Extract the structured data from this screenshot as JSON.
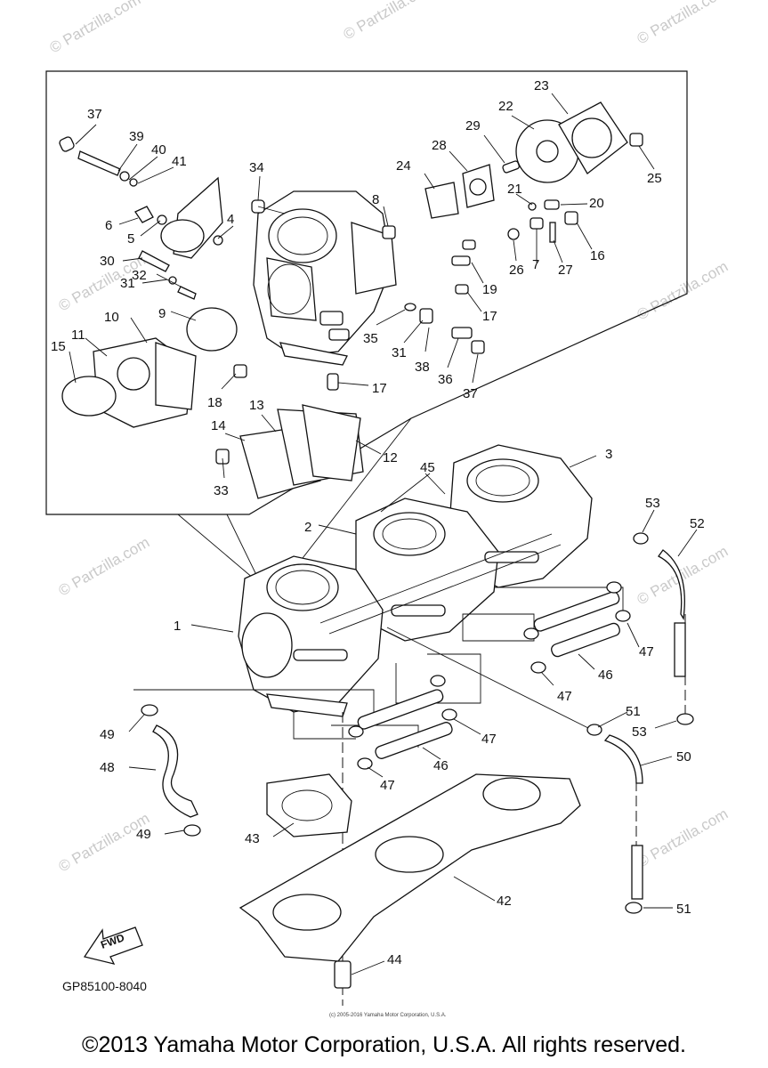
{
  "diagram_code": "GP85100-8040",
  "copyright": "©2013 Yamaha Motor Corporation, U.S.A. All rights reserved.",
  "fine_print": "(c) 2005-2016 Yamaha Motor Corporation, U.S.A.",
  "watermark": "© Partzilla.com",
  "fwd_label": "FWD",
  "callouts": {
    "p1": "1",
    "p2": "2",
    "p3": "3",
    "p4": "4",
    "p5": "5",
    "p6": "6",
    "p7": "7",
    "p8": "8",
    "p9": "9",
    "p10": "10",
    "p11": "11",
    "p12": "12",
    "p13": "13",
    "p14": "14",
    "p15": "15",
    "p16": "16",
    "p17a": "17",
    "p17b": "17",
    "p18": "18",
    "p19": "19",
    "p20": "20",
    "p21": "21",
    "p22": "22",
    "p23": "23",
    "p24": "24",
    "p25": "25",
    "p26": "26",
    "p27": "27",
    "p28": "28",
    "p29": "29",
    "p30": "30",
    "p31a": "31",
    "p31b": "31",
    "p32": "32",
    "p33": "33",
    "p34": "34",
    "p35": "35",
    "p36": "36",
    "p37a": "37",
    "p37b": "37",
    "p38": "38",
    "p39": "39",
    "p40": "40",
    "p41": "41",
    "p42": "42",
    "p43": "43",
    "p44": "44",
    "p45": "45",
    "p46a": "46",
    "p46b": "46",
    "p47a": "47",
    "p47b": "47",
    "p47c": "47",
    "p47d": "47",
    "p48": "48",
    "p49a": "49",
    "p49b": "49",
    "p50": "50",
    "p51a": "51",
    "p51b": "51",
    "p52": "52",
    "p53a": "53",
    "p53b": "53"
  }
}
